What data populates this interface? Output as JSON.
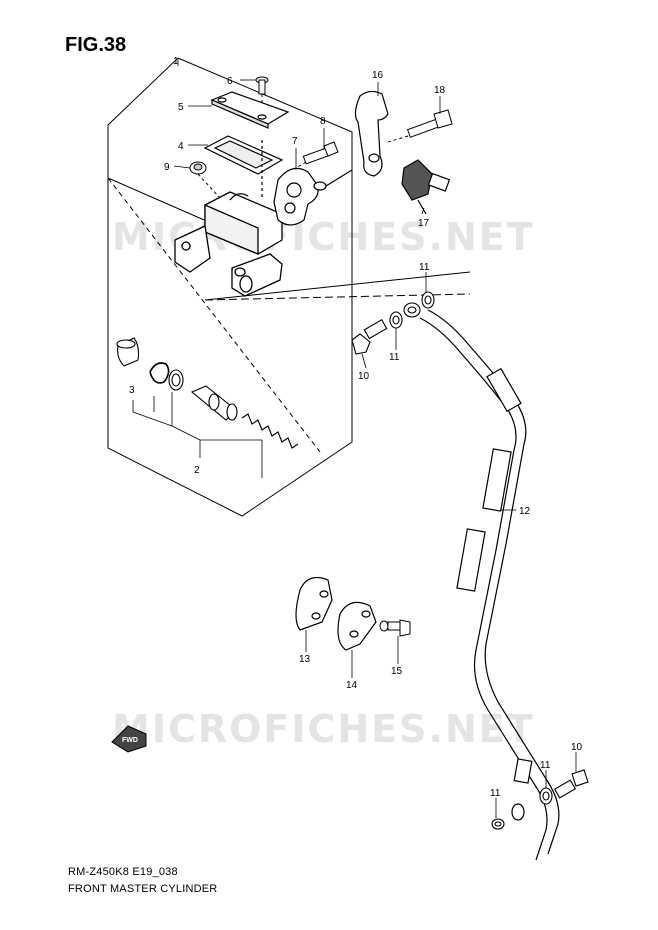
{
  "figure": {
    "title": "FIG.38"
  },
  "footer": {
    "model_code": "RM-Z450K8 E19_038",
    "section_name": "FRONT MASTER CYLINDER"
  },
  "watermarks": [
    "MICROFICHES.NET",
    "MICROFICHES.NET"
  ],
  "direction_marker": {
    "label": "FWD"
  },
  "callouts": {
    "c1": "1",
    "c2": "2",
    "c3": "3",
    "c4": "4",
    "c5": "5",
    "c6": "6",
    "c7": "7",
    "c8": "8",
    "c9": "9",
    "c10a": "10",
    "c10b": "10",
    "c11a": "11",
    "c11b": "11",
    "c11c": "11",
    "c11d": "11",
    "c12": "12",
    "c13": "13",
    "c14": "14",
    "c15": "15",
    "c16": "16",
    "c17": "17",
    "c18": "18"
  },
  "colors": {
    "line": "#000000",
    "watermark": "#e4e4e4",
    "background": "#ffffff"
  }
}
